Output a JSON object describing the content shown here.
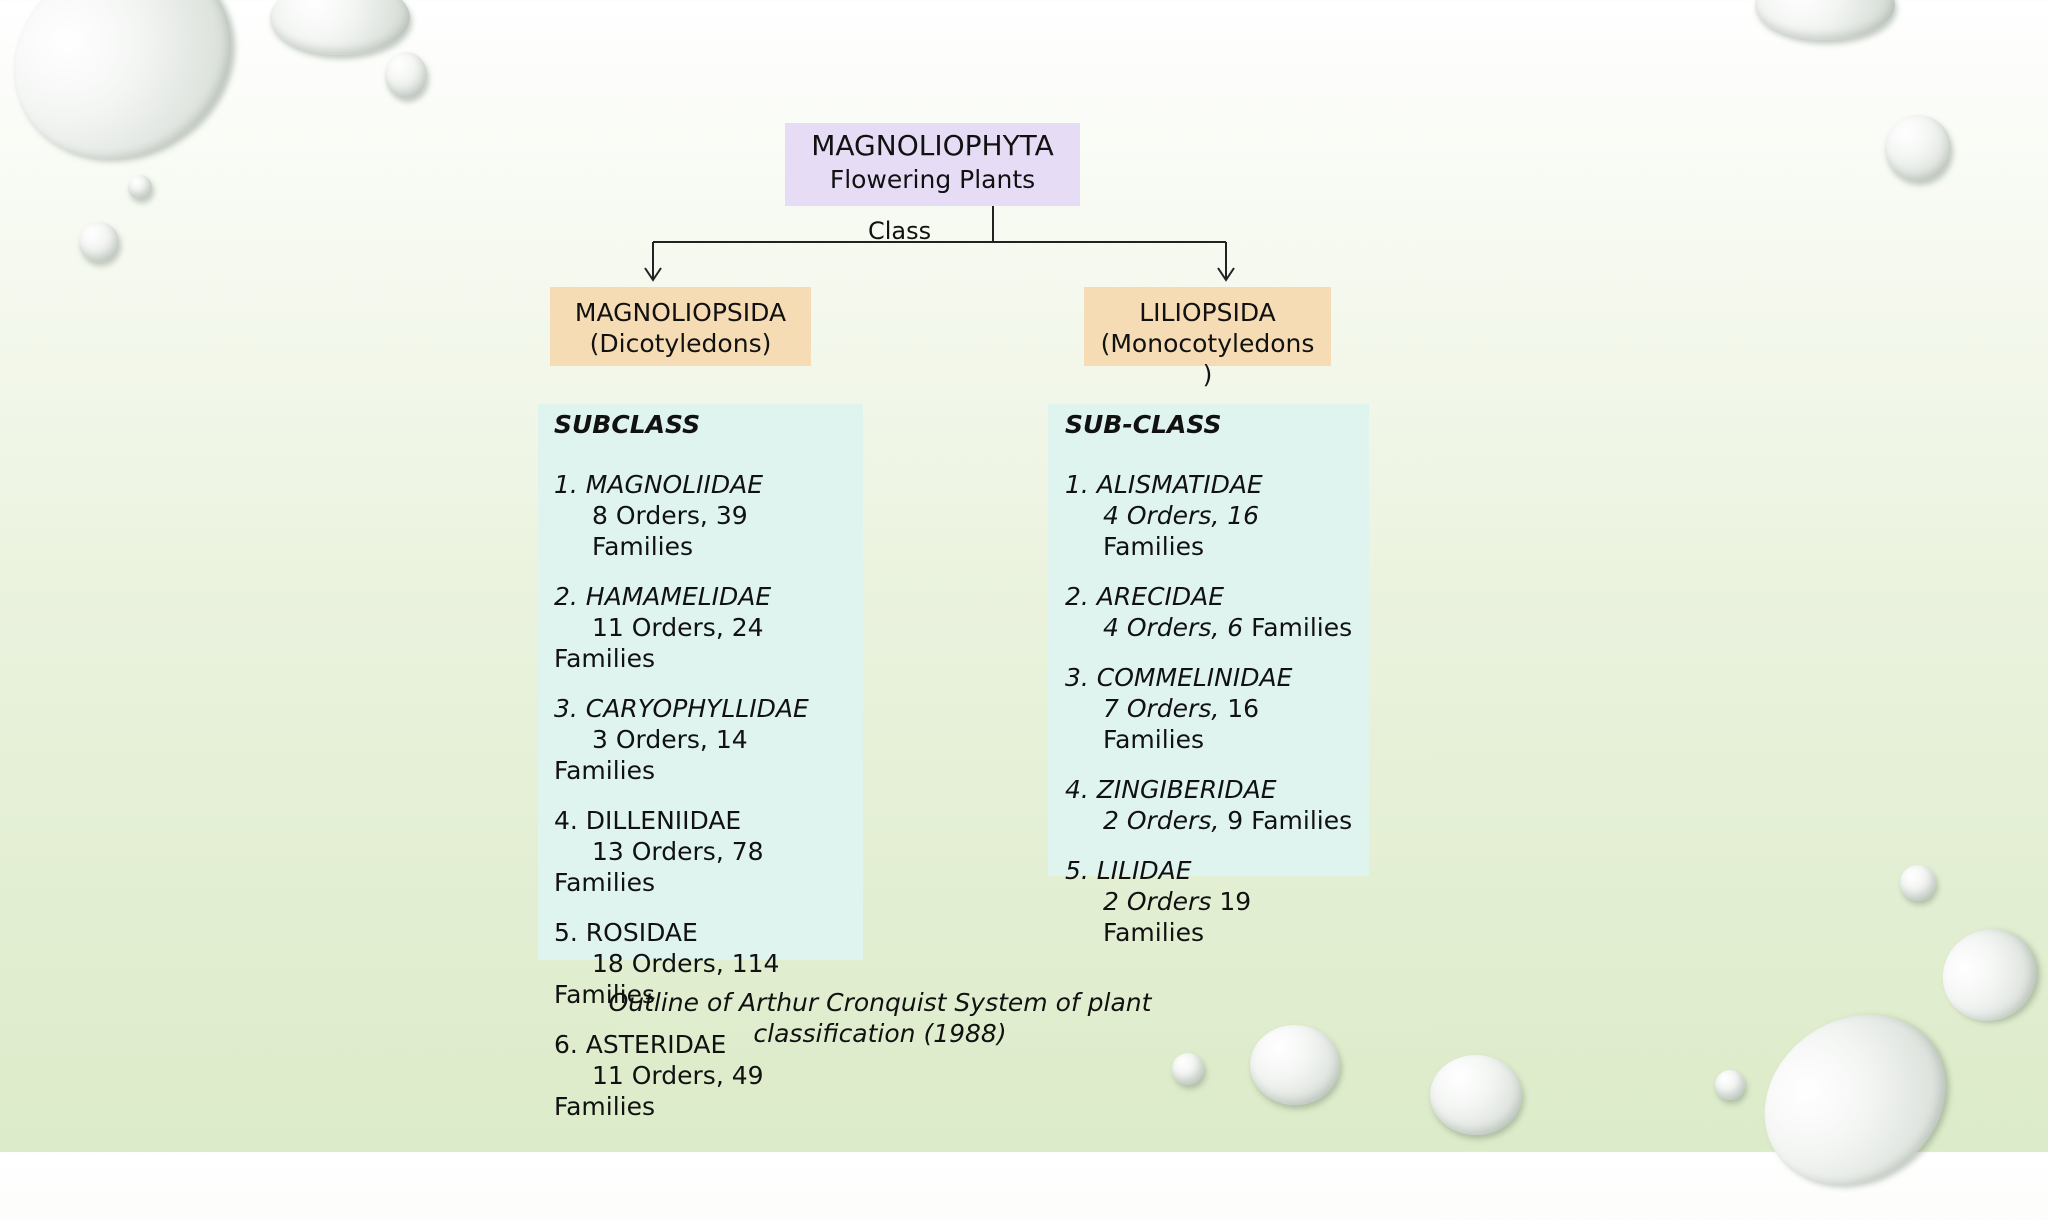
{
  "root": {
    "title": "MAGNOLIOPHYTA",
    "subtitle": "Flowering Plants"
  },
  "connector_label": "Class",
  "left_class": {
    "line1": "MAGNOLIOPSIDA",
    "line2": "(Dicotyledons)"
  },
  "right_class": {
    "line1": "LILIOPSIDA",
    "line2": "(Monocotyledons",
    "line3": ")"
  },
  "left_list": {
    "heading": "SUBCLASS",
    "items": [
      {
        "name": "1. MAGNOLIIDAE",
        "d1": "8 Orders, 39",
        "d2": "Families"
      },
      {
        "name": "2. HAMAMELIDAE",
        "d1": "11 Orders, 24",
        "d2": "Families"
      },
      {
        "name": "3. CARYOPHYLLIDAE",
        "d1": "3 Orders, 14",
        "d2": "Families"
      },
      {
        "name": "4. DILLENIIDAE",
        "d1": "13 Orders, 78",
        "d2": "Families"
      },
      {
        "name": "5. ROSIDAE",
        "d1": "18 Orders, 114",
        "d2": "Families"
      },
      {
        "name": "6. ASTERIDAE",
        "d1": "11 Orders, 49",
        "d2": "Families"
      }
    ]
  },
  "right_list": {
    "heading": "SUB-CLASS",
    "items": [
      {
        "name": "1. ALISMATIDAE",
        "d1": "4 Orders, 16",
        "d2": "Families"
      },
      {
        "name": "2. ARECIDAE",
        "d1a": "4 Orders, 6",
        "d1b": " Families"
      },
      {
        "name": "3. COMMELINIDAE",
        "d1a": "7 Orders,",
        "d1b": " 16",
        "d2": "Families"
      },
      {
        "name": "4. ZINGIBERIDAE",
        "d1a": "2 Orders,",
        "d1b": " 9 Families"
      },
      {
        "name": "5. LILIDAE",
        "d1a": "2 Orders",
        "d1b": " 19",
        "d2": "Families"
      }
    ]
  },
  "caption": {
    "line1": "Outline of Arthur Cronquist System of plant",
    "line2": "classification (1988)"
  }
}
